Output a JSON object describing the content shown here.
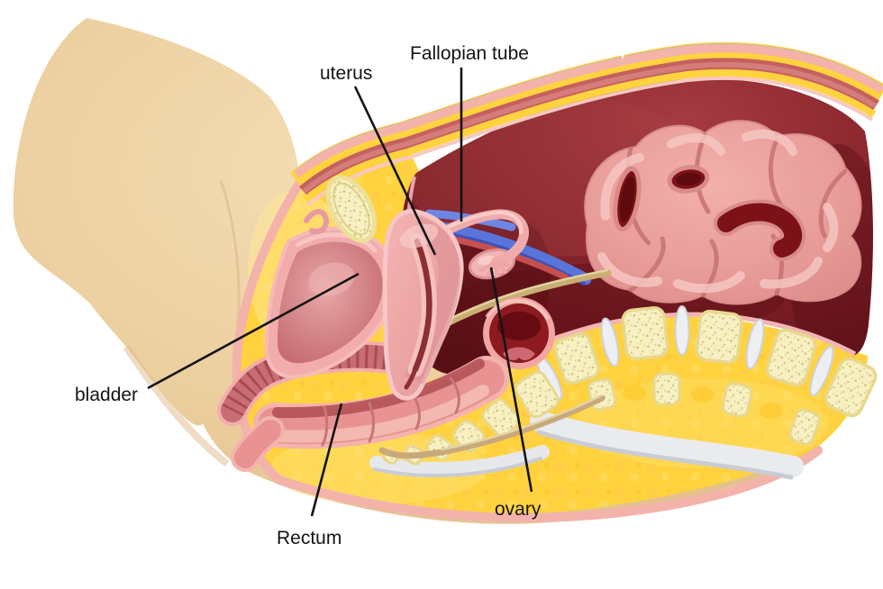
{
  "illustration": {
    "description": "Sagittal cross-section of the female pelvis",
    "background_color": "#ffffff",
    "labels": {
      "uterus": "uterus",
      "fallopian_tube": "Fallopian tube",
      "bladder": "bladder",
      "rectum": "Rectum",
      "ovary": "ovary"
    },
    "colors": {
      "skin_tan": "#eccf9f",
      "fat_yellow": "#ffd23e",
      "muscle_red": "#c66060",
      "cavity_maroon": "#8c272e",
      "organ_pink": "#efa5a5",
      "bone_cream": "#f7f0c2",
      "disc_white": "#e9ebef",
      "vein_blue": "#5b74da",
      "lumen_dark_red": "#7c1218",
      "label_text": "#141414"
    }
  }
}
